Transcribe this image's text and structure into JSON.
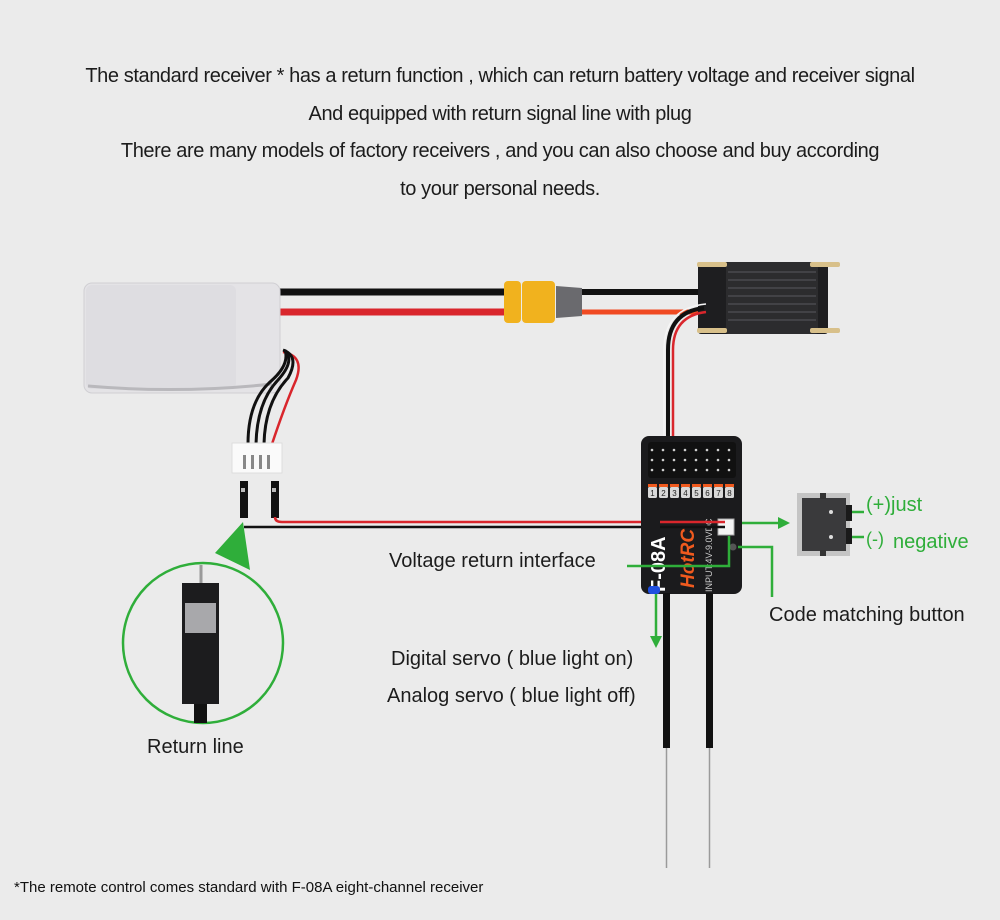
{
  "intro": {
    "lines": [
      "The standard receiver * has a return function , which can return battery voltage and receiver signal",
      "And equipped with return signal line with plug",
      "There are many models of factory receivers , and you can also choose and buy according",
      "to your personal needs."
    ]
  },
  "labels": {
    "return_line": "Return line",
    "voltage_return_interface": "Voltage return interface",
    "code_matching_button": "Code matching button",
    "digital_servo": "Digital servo ( blue light on)",
    "analog_servo": "Analog servo ( blue light off)",
    "plus_just": "(+)just",
    "minus": "(-)",
    "negative": "negative"
  },
  "receiver": {
    "model": "F-08A",
    "brand": "HotRC",
    "input": "INPUT:4V-9.0VDC",
    "channels": [
      "1",
      "2",
      "3",
      "4",
      "5",
      "6",
      "7",
      "8"
    ]
  },
  "colors": {
    "background": "#ebebeb",
    "accent_green": "#2fae3a",
    "wire_red": "#d9262c",
    "wire_black": "#111111",
    "xt60_yellow": "#f1b21e",
    "brand_orange": "#f05a1e",
    "led_blue": "#1f4fe0"
  },
  "footnote": "*The remote control comes standard with F-08A eight-channel receiver"
}
